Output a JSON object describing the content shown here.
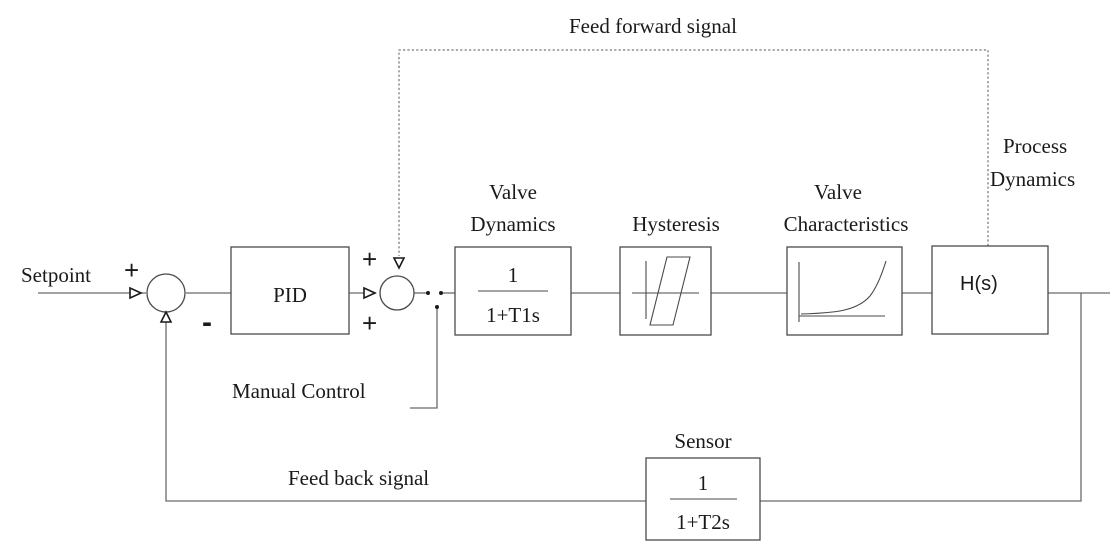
{
  "labels": {
    "feed_forward": "Feed forward signal",
    "process_dynamics_line1": "Process",
    "process_dynamics_line2": "Dynamics",
    "setpoint": "Setpoint",
    "manual_control": "Manual Control",
    "feed_back": "Feed back signal",
    "valve_dynamics_line1": "Valve",
    "valve_dynamics_line2": "Dynamics",
    "hysteresis": "Hysteresis",
    "valve_characteristics_line1": "Valve",
    "valve_characteristics_line2": "Characteristics",
    "sensor": "Sensor"
  },
  "blocks": {
    "pid": "PID",
    "valve_numerator": "1",
    "valve_denominator": "1+T1s",
    "process": "H(s)",
    "sensor_numerator": "1",
    "sensor_denominator": "1+T2s"
  },
  "signs": {
    "sum1_setpoint": "+",
    "sum1_feedback": "-",
    "sum2_feedforward": "+",
    "sum2_pid": "+"
  },
  "colors": {
    "line": "#4a4a4a",
    "text": "#1a1a1a",
    "background": "#ffffff"
  }
}
